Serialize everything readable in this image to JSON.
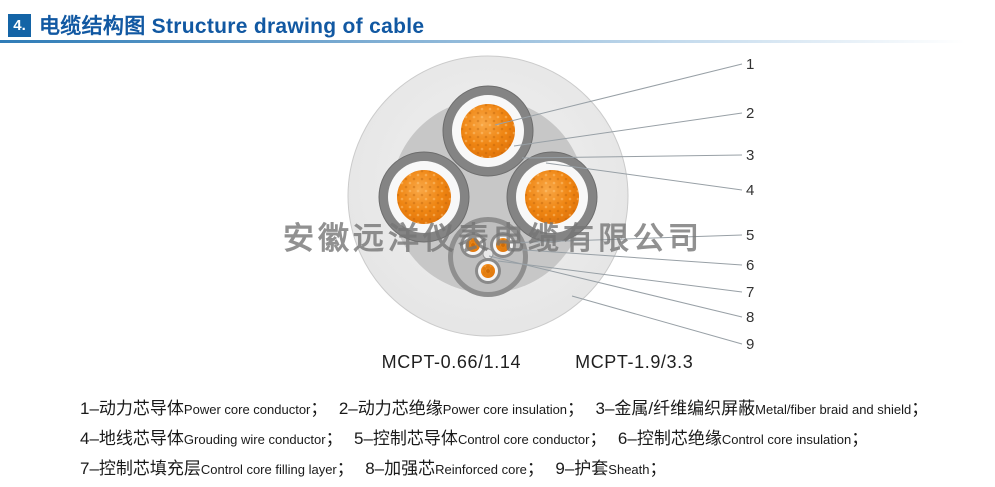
{
  "header": {
    "index": "4.",
    "title": "电缆结构图 Structure drawing of cable"
  },
  "watermark": "安徽远洋仪表电缆有限公司",
  "diagram": {
    "callout_labels": [
      "1",
      "2",
      "3",
      "4",
      "5",
      "6",
      "7",
      "8",
      "9"
    ]
  },
  "models": {
    "model1": "MCPT-0.66/1.14",
    "model2": "MCPT-1.9/3.3"
  },
  "legend": [
    {
      "zh": "1–动力芯导体",
      "en": "Power core conductor",
      "sep": "；"
    },
    {
      "zh": "2–动力芯绝缘",
      "en": "Power core insulation",
      "sep": "；"
    },
    {
      "zh": "3–金属/纤维编织屏蔽",
      "en": "Metal/fiber braid and shield",
      "sep": "；"
    },
    {
      "zh": "4–地线芯导体",
      "en": "Grouding wire conductor",
      "sep": "；"
    },
    {
      "zh": "5–控制芯导体",
      "en": "Control core conductor",
      "sep": "；"
    },
    {
      "zh": "6–控制芯绝缘",
      "en": "Control core insulation",
      "sep": "；"
    },
    {
      "zh": "7–控制芯填充层",
      "en": "Control core filling layer",
      "sep": "；"
    },
    {
      "zh": "8–加强芯",
      "en": "Reinforced core",
      "sep": "；"
    },
    {
      "zh": "9–护套",
      "en": "Sheath",
      "sep": "；"
    }
  ],
  "colors": {
    "accent_blue": "#1464a6",
    "conductor_orange": "#ef8512",
    "shield_gray": "#848484",
    "filler_gray": "#c7c7c7",
    "sheath_gray": "#ececec"
  }
}
